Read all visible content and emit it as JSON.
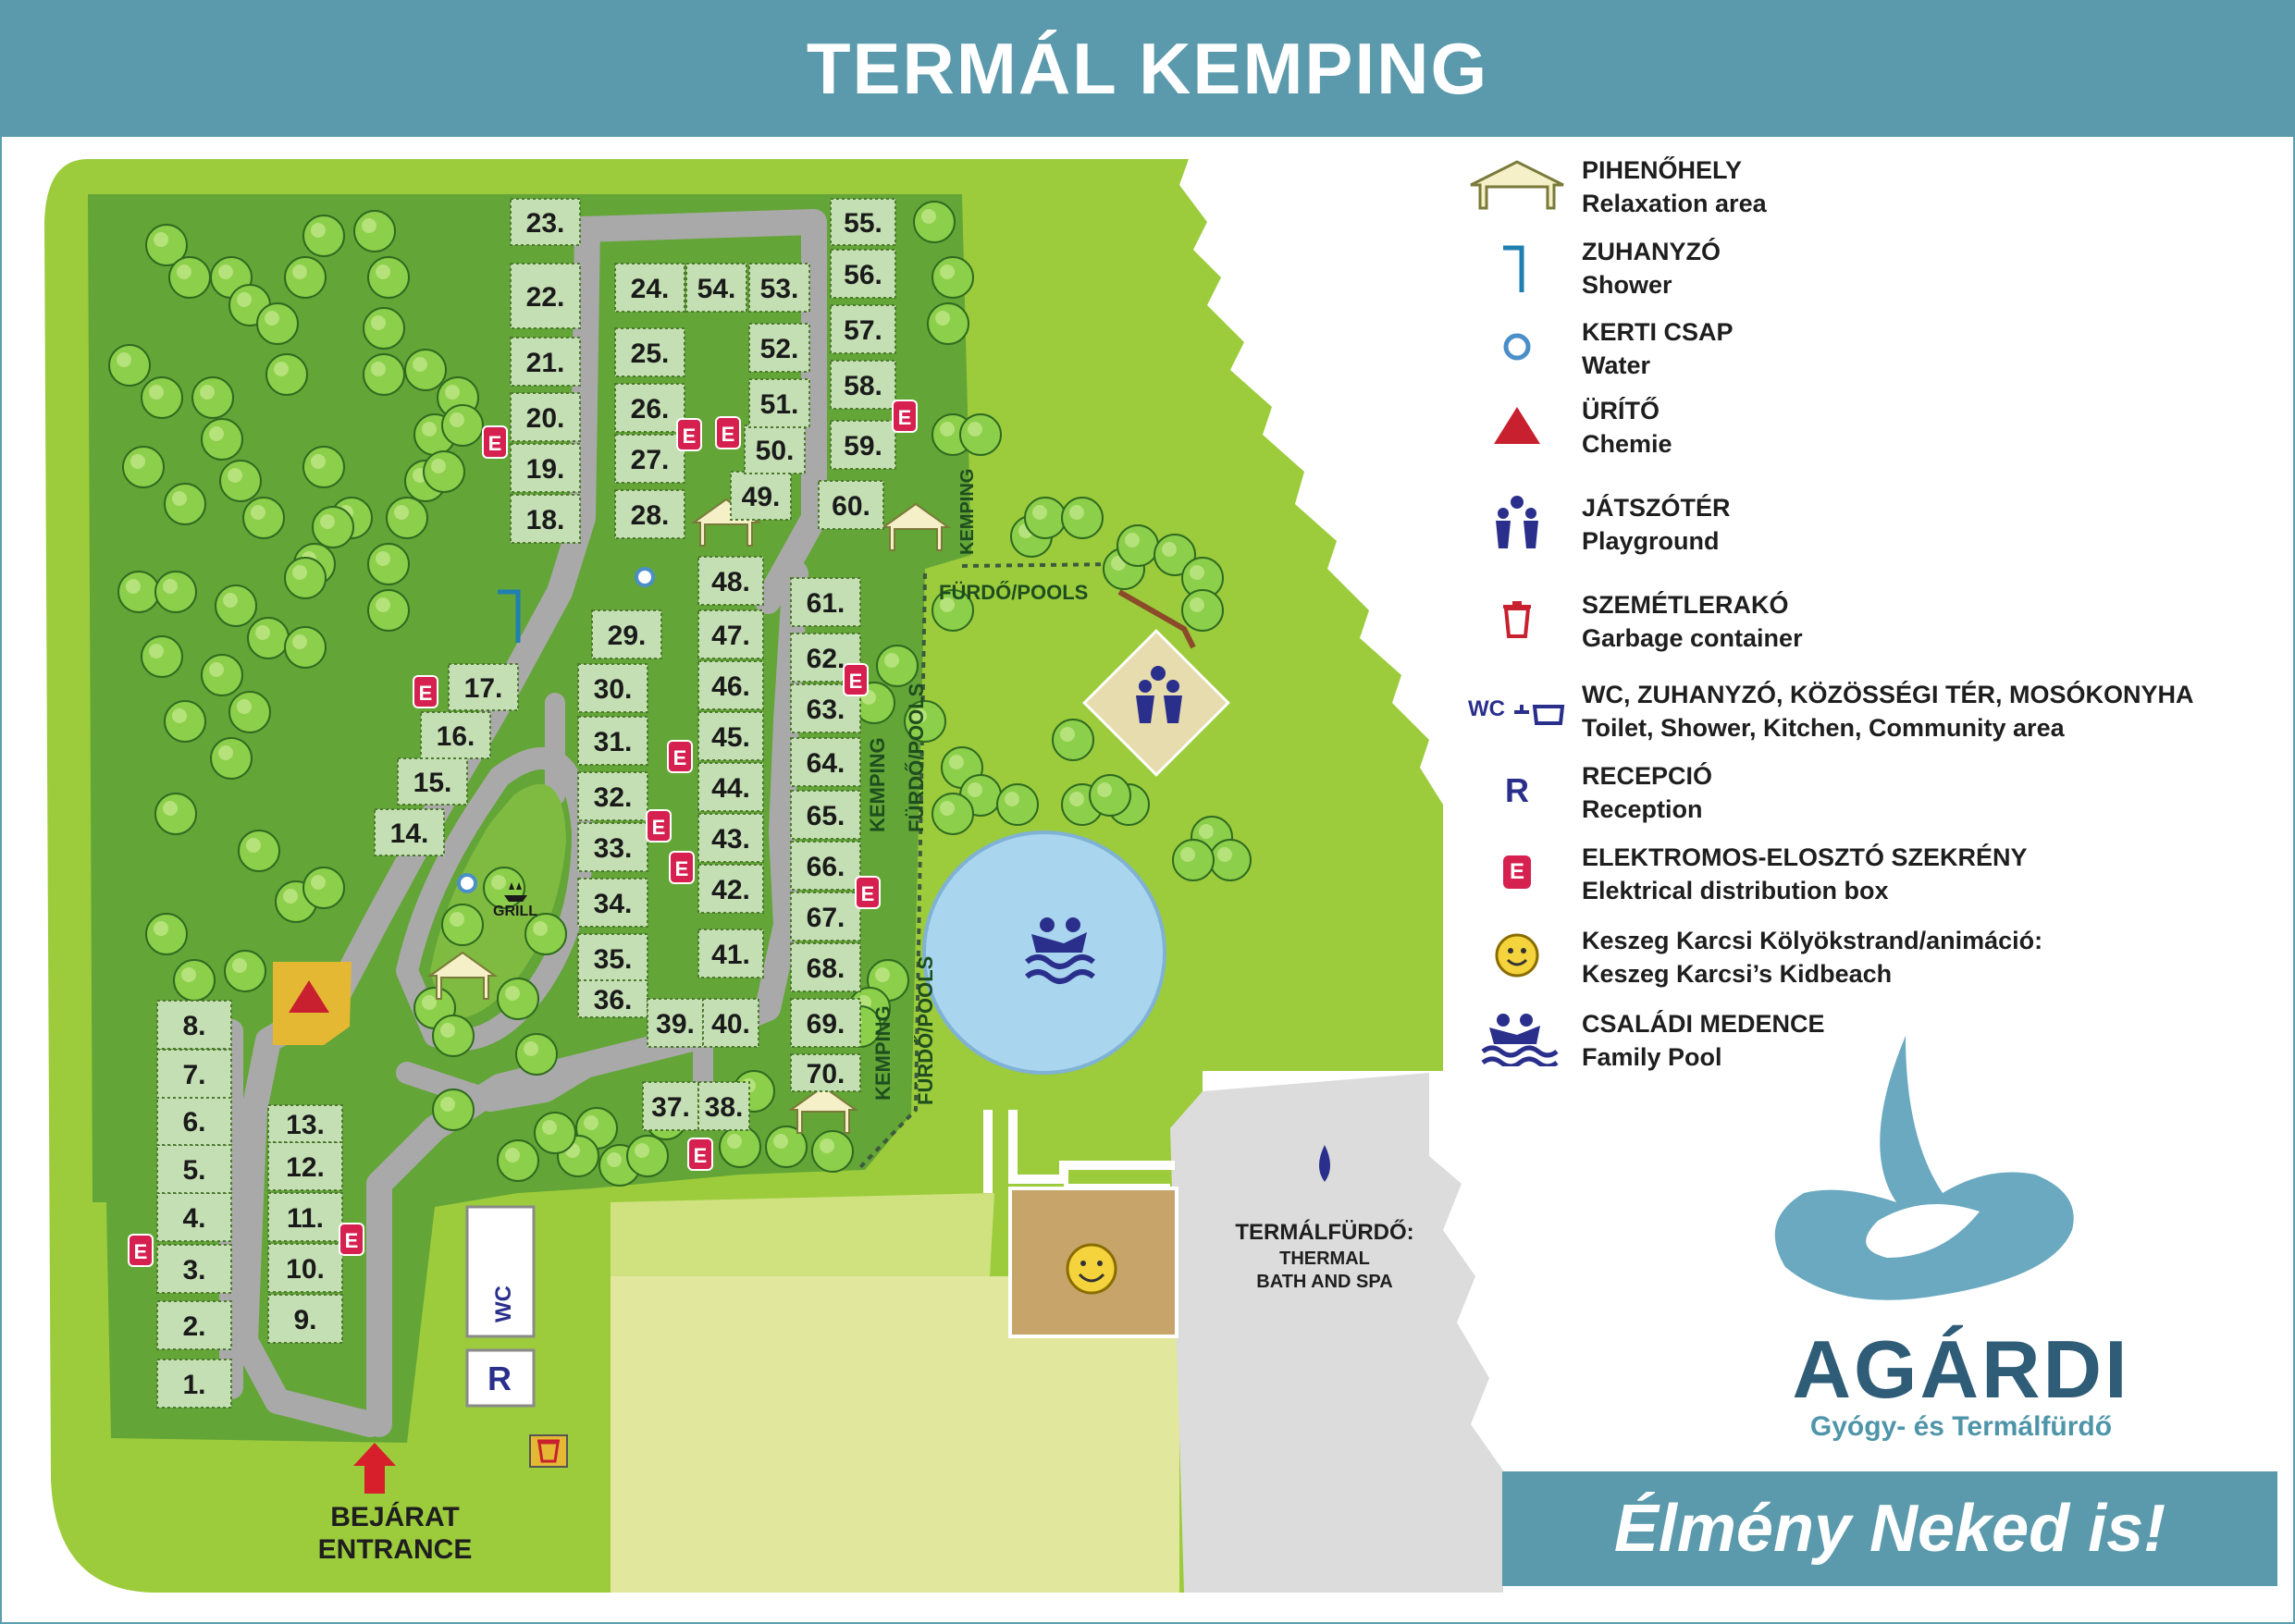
{
  "header": {
    "title": "TERMÁL KEMPING"
  },
  "map": {
    "plots": [
      {
        "n": "1."
      },
      {
        "n": "2."
      },
      {
        "n": "3."
      },
      {
        "n": "4."
      },
      {
        "n": "5."
      },
      {
        "n": "6."
      },
      {
        "n": "7."
      },
      {
        "n": "8."
      },
      {
        "n": "9."
      },
      {
        "n": "10."
      },
      {
        "n": "11."
      },
      {
        "n": "12."
      },
      {
        "n": "13."
      },
      {
        "n": "14."
      },
      {
        "n": "15."
      },
      {
        "n": "16."
      },
      {
        "n": "17."
      },
      {
        "n": "18."
      },
      {
        "n": "19."
      },
      {
        "n": "20."
      },
      {
        "n": "21."
      },
      {
        "n": "22."
      },
      {
        "n": "23."
      },
      {
        "n": "24."
      },
      {
        "n": "25."
      },
      {
        "n": "26."
      },
      {
        "n": "27."
      },
      {
        "n": "28."
      },
      {
        "n": "29."
      },
      {
        "n": "30."
      },
      {
        "n": "31."
      },
      {
        "n": "32."
      },
      {
        "n": "33."
      },
      {
        "n": "34."
      },
      {
        "n": "35."
      },
      {
        "n": "36."
      },
      {
        "n": "37."
      },
      {
        "n": "38."
      },
      {
        "n": "39."
      },
      {
        "n": "40."
      },
      {
        "n": "41."
      },
      {
        "n": "42."
      },
      {
        "n": "43."
      },
      {
        "n": "44."
      },
      {
        "n": "45."
      },
      {
        "n": "46."
      },
      {
        "n": "47."
      },
      {
        "n": "48."
      },
      {
        "n": "49."
      },
      {
        "n": "50."
      },
      {
        "n": "51."
      },
      {
        "n": "52."
      },
      {
        "n": "53."
      },
      {
        "n": "54."
      },
      {
        "n": "55."
      },
      {
        "n": "56."
      },
      {
        "n": "57."
      },
      {
        "n": "58."
      },
      {
        "n": "59."
      },
      {
        "n": "60."
      },
      {
        "n": "61."
      },
      {
        "n": "62."
      },
      {
        "n": "63."
      },
      {
        "n": "64."
      },
      {
        "n": "65."
      },
      {
        "n": "66."
      },
      {
        "n": "67."
      },
      {
        "n": "68."
      },
      {
        "n": "69."
      },
      {
        "n": "70."
      }
    ],
    "path_labels": {
      "furdo_pools": "FÜRDŐ/POOLS",
      "kemping": "KEMPING"
    },
    "grill": "GRILL",
    "electric_box_letter": "E",
    "reception_letter": "R",
    "wc_text": "WC",
    "entrance": {
      "hu": "BEJÁRAT",
      "en": "ENTRANCE"
    },
    "spa": {
      "title": "TERMÁLFÜRDŐ:",
      "line1": "THERMAL",
      "line2": "BATH AND SPA"
    },
    "colors": {
      "outer_grass": "#9ccc3c",
      "inner_grass": "#63a537",
      "plot": "#c5dfb4",
      "road": "#a9a9a9",
      "pool": "#a9d5ee",
      "electric": "#d6204f",
      "chem": "#c8202f",
      "spa_area": "#dcdcdc",
      "field": "#dfe69a",
      "kidbeach": "#c7a56a"
    }
  },
  "legend": [
    {
      "icon": "shelter-icon",
      "title": "PIHENŐHELY",
      "sub": "Relaxation area"
    },
    {
      "icon": "shower-icon",
      "title": "ZUHANYZÓ",
      "sub": "Shower"
    },
    {
      "icon": "water-tap-icon",
      "title": "KERTI CSAP",
      "sub": "Water"
    },
    {
      "icon": "chemical-disposal-icon",
      "title": "ÜRÍTŐ",
      "sub": "Chemie"
    },
    {
      "icon": "playground-icon",
      "title": "JÁTSZÓTÉR",
      "sub": "Playground"
    },
    {
      "icon": "garbage-icon",
      "title": "SZEMÉTLERAKÓ",
      "sub": "Garbage container"
    },
    {
      "icon": "wc-shower-kitchen-icon",
      "title": "WC, ZUHANYZÓ, KÖZÖSSÉGI TÉR, MOSÓKONYHA",
      "sub": "Toilet, Shower, Kitchen, Community area"
    },
    {
      "icon": "reception-icon",
      "title": "RECEPCIÓ",
      "sub": "Reception"
    },
    {
      "icon": "electric-box-icon",
      "title": "ELEKTROMOS-ELOSZTÓ SZEKRÉNY",
      "sub": "Elektrical distribution box"
    },
    {
      "icon": "smiley-icon",
      "title": "Keszeg Karcsi Kölyökstrand/animáció:",
      "sub": "Keszeg Karcsi’s Kidbeach"
    },
    {
      "icon": "pool-swimmers-icon",
      "title": "CSALÁDI MEDENCE",
      "sub": "Family Pool"
    }
  ],
  "legend_wc_text": "WC",
  "legend_r_text": "R",
  "legend_e_text": "E",
  "brand": {
    "name": "AGÁRDI",
    "sub": "Gyógy- és Termálfürdő"
  },
  "slogan": "Élmény Neked is!"
}
